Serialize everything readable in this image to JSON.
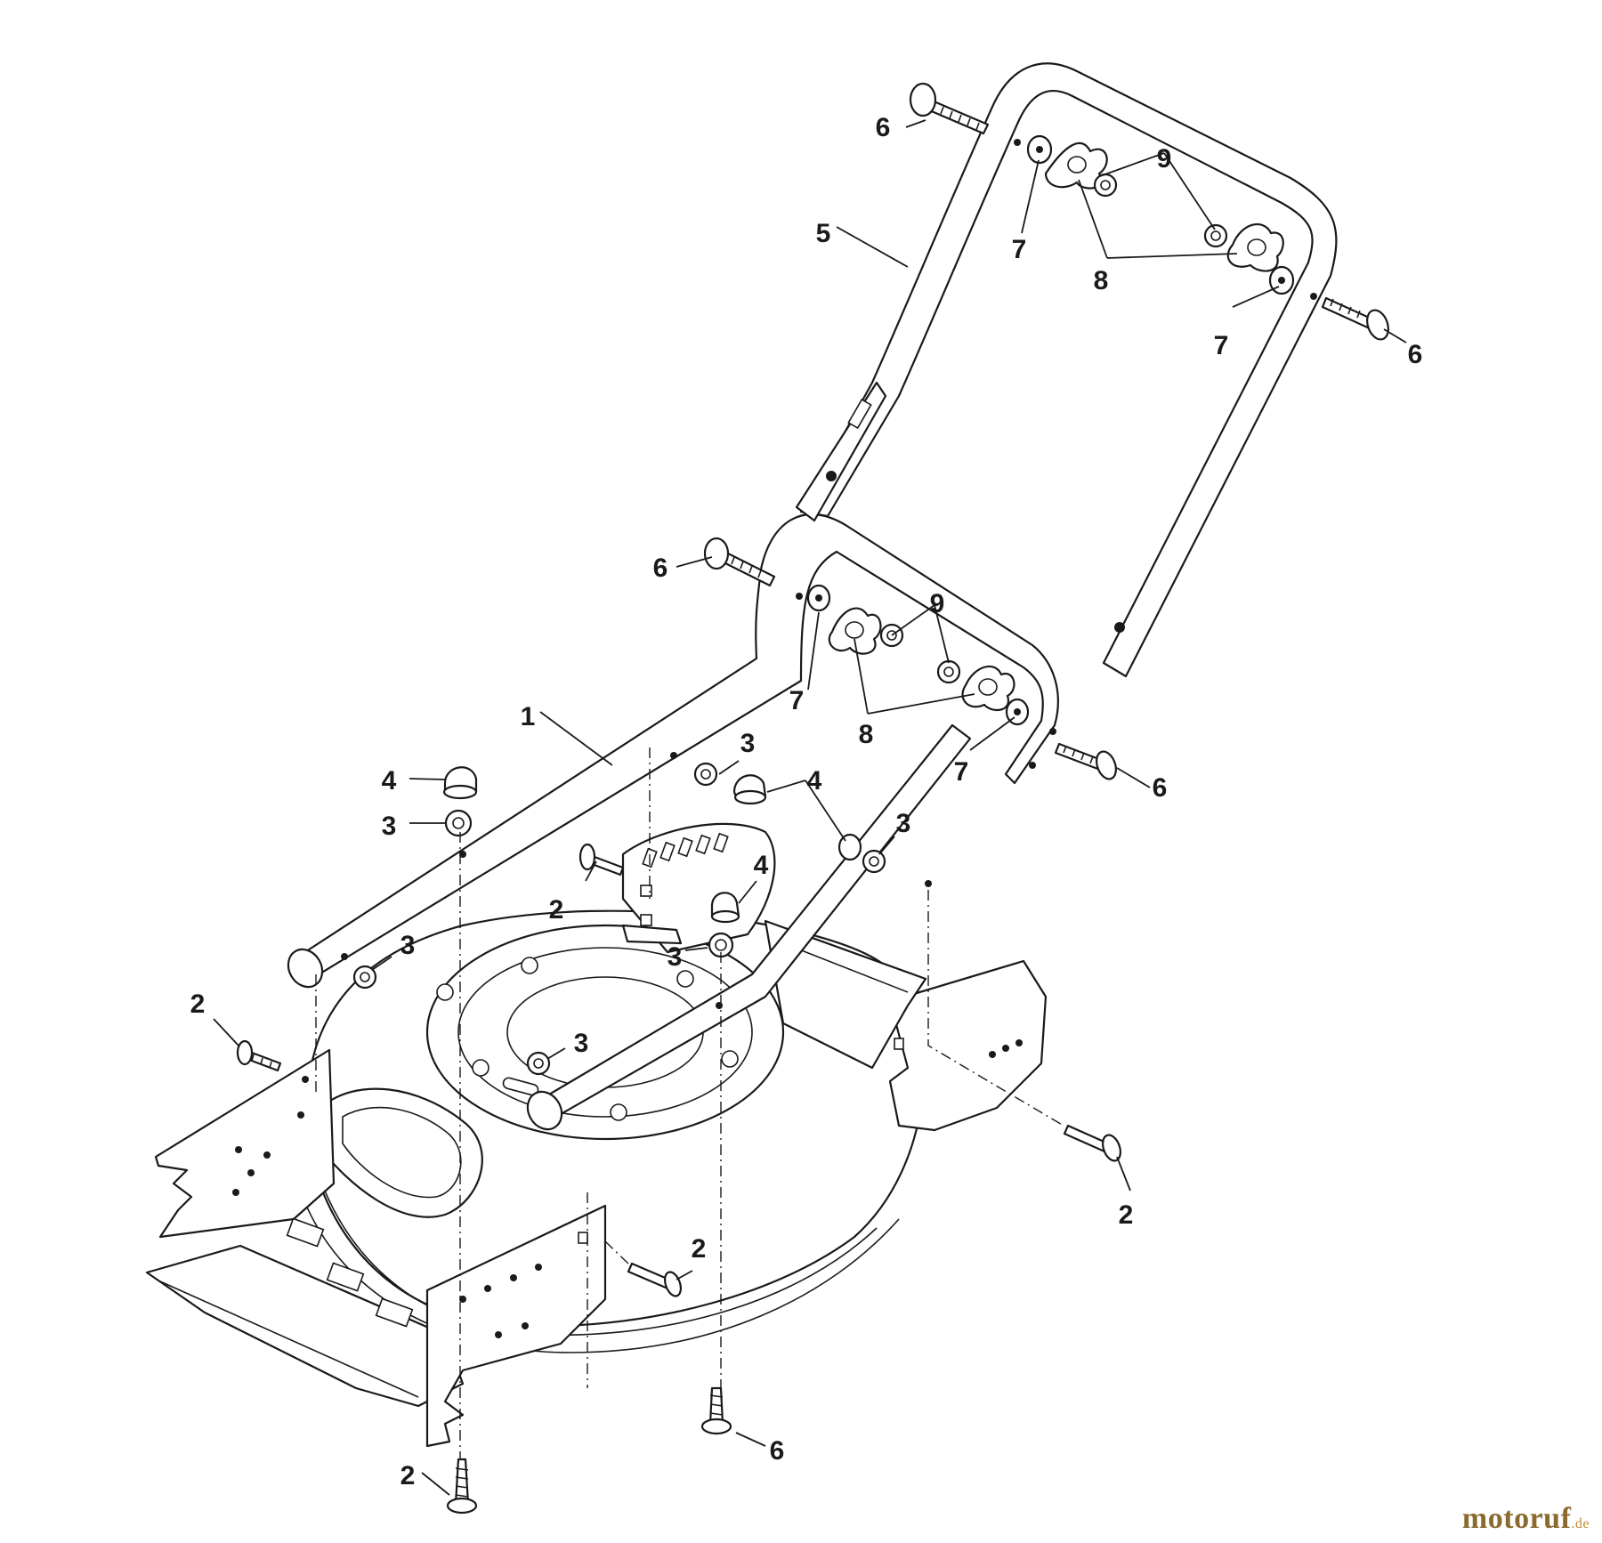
{
  "diagram": {
    "callouts": [
      {
        "id": "c1",
        "label": "1"
      },
      {
        "id": "c2a",
        "label": "2"
      },
      {
        "id": "c2b",
        "label": "2"
      },
      {
        "id": "c2c",
        "label": "2"
      },
      {
        "id": "c2d",
        "label": "2"
      },
      {
        "id": "c2e",
        "label": "2"
      },
      {
        "id": "c3a",
        "label": "3"
      },
      {
        "id": "c3b",
        "label": "3"
      },
      {
        "id": "c3c",
        "label": "3"
      },
      {
        "id": "c3d",
        "label": "3"
      },
      {
        "id": "c3e",
        "label": "3"
      },
      {
        "id": "c3f",
        "label": "3"
      },
      {
        "id": "c4a",
        "label": "4"
      },
      {
        "id": "c4b",
        "label": "4"
      },
      {
        "id": "c4c",
        "label": "4"
      },
      {
        "id": "c5",
        "label": "5"
      },
      {
        "id": "c6a",
        "label": "6"
      },
      {
        "id": "c6b",
        "label": "6"
      },
      {
        "id": "c6c",
        "label": "6"
      },
      {
        "id": "c6d",
        "label": "6"
      },
      {
        "id": "c6e",
        "label": "6"
      },
      {
        "id": "c7a",
        "label": "7"
      },
      {
        "id": "c7b",
        "label": "7"
      },
      {
        "id": "c7c",
        "label": "7"
      },
      {
        "id": "c7d",
        "label": "7"
      },
      {
        "id": "c8a",
        "label": "8"
      },
      {
        "id": "c8b",
        "label": "8"
      },
      {
        "id": "c9a",
        "label": "9"
      },
      {
        "id": "c9b",
        "label": "9"
      }
    ]
  },
  "watermark": {
    "text": "motoruf",
    "tld": ".de",
    "color": "#8a6a2e"
  }
}
